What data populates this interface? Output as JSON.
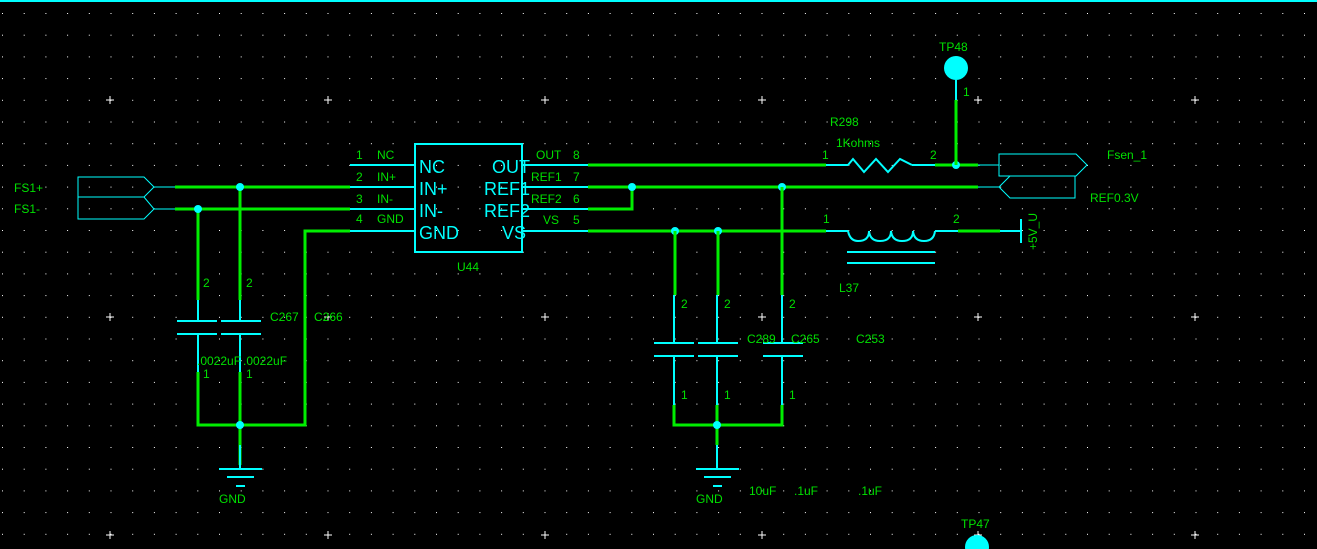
{
  "sheet": {
    "background": "#000000",
    "wire_color": "#00ee00",
    "symbol_color": "#00ffff",
    "text_color": "#00e000"
  },
  "ports": {
    "fs1_plus": "FS1+",
    "fs1_minus": "FS1-",
    "fsen_1": "Fsen_1",
    "ref03v": "REF0.3V"
  },
  "u44": {
    "refdes": "U44",
    "left_pins": [
      {
        "num": "1",
        "name": "NC",
        "label": "NC"
      },
      {
        "num": "2",
        "name": "IN+",
        "label": "IN+"
      },
      {
        "num": "3",
        "name": "IN-",
        "label": "IN-"
      },
      {
        "num": "4",
        "name": "GND",
        "label": "GND"
      }
    ],
    "right_pins": [
      {
        "num": "8",
        "name": "OUT",
        "label": "OUT"
      },
      {
        "num": "7",
        "name": "REF1",
        "label": "REF1"
      },
      {
        "num": "6",
        "name": "REF2",
        "label": "REF2"
      },
      {
        "num": "5",
        "name": "VS",
        "label": "VS"
      }
    ]
  },
  "r298": {
    "refdes": "R298",
    "value": "1Kohms",
    "pin1": "1",
    "pin2": "2"
  },
  "l37": {
    "refdes": "L37",
    "pin1": "1",
    "pin2": "2"
  },
  "tp48": {
    "refdes": "TP48",
    "pin": "1"
  },
  "tp47": {
    "refdes": "TP47"
  },
  "power": {
    "plus5v": "+5V_U"
  },
  "grounds": {
    "gnd1": "GND",
    "gnd2": "GND"
  },
  "caps": {
    "c267": {
      "refdes": "C267",
      "value": ".0022uF",
      "pin1": "1",
      "pin2": "2"
    },
    "c266": {
      "refdes": "C266",
      "value": ".0022uF",
      "pin1": "1",
      "pin2": "2"
    },
    "c289": {
      "refdes": "C289",
      "value": "10uF",
      "pin1": "1",
      "pin2": "2"
    },
    "c265": {
      "refdes": "C265",
      "value": ".1uF",
      "pin1": "1",
      "pin2": "2"
    },
    "c253": {
      "refdes": "C253",
      "value": ".1uF",
      "pin1": "1",
      "pin2": "2"
    }
  }
}
